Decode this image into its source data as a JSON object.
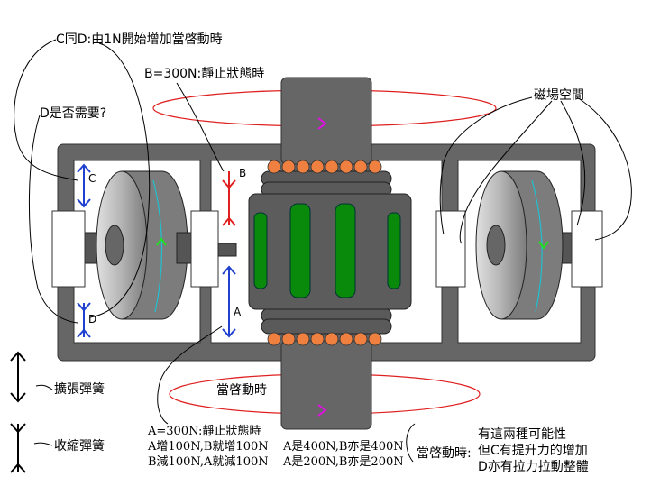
{
  "labels": {
    "c_same_d": "C同D:由1N開始增加當啓動時",
    "b_static": "B=300N:靜止狀態時",
    "d_needed": "D是否需要?",
    "magnetic_space": "磁場空間",
    "letter_c": "C",
    "letter_b": "B",
    "letter_a": "A",
    "letter_d": "D",
    "expansion_spring": "擴張彈簧",
    "compression_spring": "收縮彈簧",
    "when_started": "當啓動時",
    "a_static": "A=300N:靜止狀態時",
    "a_inc": "A增100N,B就增100N",
    "b_dec": "B減100N,A就減100N",
    "ab_400": "A是400N,B亦是400N",
    "ab_200": "A是200N,B亦是200N",
    "when_started_colon": "當啓動時:",
    "possibility_1": "有這兩種可能性",
    "possibility_2": "但C有提升力的增加",
    "possibility_3": "D亦有拉力拉動整體"
  },
  "colors": {
    "frame": "#666666",
    "frame_dark": "#4a4a4a",
    "coil_green": "#0a8a0a",
    "bead_orange": "#f08040",
    "orbit_red": "#e02020",
    "arrow_blue": "#2040d0",
    "arrow_red": "#e02020",
    "arrow_magenta": "#e010e0",
    "rotation_cyan": "#20c0d0",
    "rotation_green": "#20e020",
    "disk_light": "#c8c8c8",
    "disk_mid": "#8c8c8c"
  }
}
